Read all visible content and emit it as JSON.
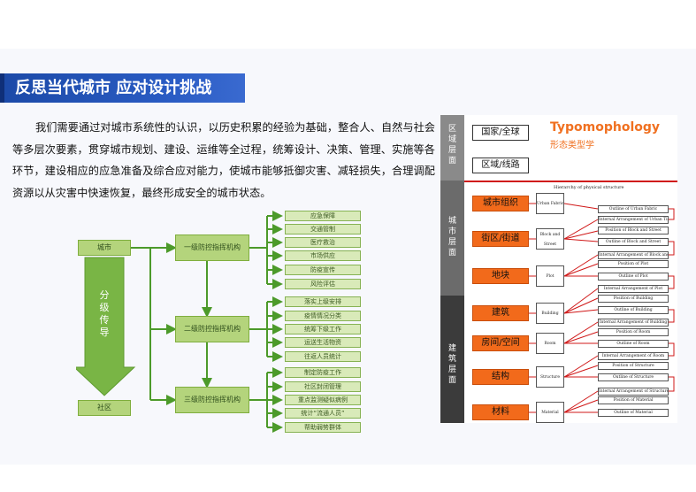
{
  "title": "反思当代城市 应对设计挑战",
  "paragraph": "我们需要通过对城市系统性的认识，以历史积累的经验为基础，整合人、自然与社会等多层次要素，贯穿城市规划、建设、运维等全过程，统筹设计、决策、管理、实施等各环节，建设相应的应急准备及综合应对能力，使城市能够抵御灾害、减轻损失，合理调配资源以从灾害中快速恢复，最终形成安全的城市状态。",
  "left_diagram": {
    "top_node": "城市",
    "bottom_node": "社区",
    "arrow_text": "分级传导",
    "commands": [
      {
        "label": "一级防控指挥机构",
        "items": [
          "应急保障",
          "交通管制",
          "医疗救治",
          "市场供应",
          "防疫宣传",
          "风险评估"
        ]
      },
      {
        "label": "二级防控指挥机构",
        "items": [
          "落实上级安排",
          "疫情情况分类",
          "统筹下级工作",
          "运送生活物资",
          "往返人员统计"
        ]
      },
      {
        "label": "三级防控指挥机构",
        "items": [
          "制定防疫工作",
          "社区封闭管理",
          "重点监测疑似病例",
          "统计“流通人员”",
          "帮助弱势群体"
        ]
      }
    ]
  },
  "right_panel": {
    "typo_title": "Typomophology",
    "typo_subtitle": "形态类型学",
    "hierarchy_heading": "Hierarchy of physical structure",
    "bands": [
      {
        "label": "区域层面",
        "color": "#8a8a8a"
      },
      {
        "label": "城市层面",
        "color": "#6b6b6b"
      },
      {
        "label": "建筑层面",
        "color": "#3b3b3b"
      }
    ],
    "region_levels": [
      "国家/全球",
      "区域/线路"
    ],
    "levels": [
      {
        "label": "城市组织",
        "en": "Urban Fabric",
        "items": [
          "Outline of Urban Fabric"
        ]
      },
      {
        "label": "街区/街道",
        "en": "Block and Street",
        "items": [
          "Internal Arrangement of Urban Tissue",
          "Position of Block and Street",
          "Outline of Block and Street"
        ]
      },
      {
        "label": "地块",
        "en": "Plot",
        "items": [
          "Internal Arrangement of Block and Street",
          "Position of Plot",
          "Outline of Plot"
        ]
      },
      {
        "label": "建筑",
        "en": "Building",
        "items": [
          "Internal Arrangement of Plot",
          "Position of Building",
          "Outline of Building"
        ]
      },
      {
        "label": "房间/空间",
        "en": "Room",
        "items": [
          "Internal Arrangement of Building",
          "Position of Room",
          "Outline of Room"
        ]
      },
      {
        "label": "结构",
        "en": "Structure",
        "items": [
          "Internal Arrangement of Room",
          "Position of Structure",
          "Outline of Structure"
        ]
      },
      {
        "label": "材料",
        "en": "Material",
        "items": [
          "Internal Arrangement of Structure",
          "Position of Material",
          "Outline of Material"
        ]
      }
    ]
  }
}
